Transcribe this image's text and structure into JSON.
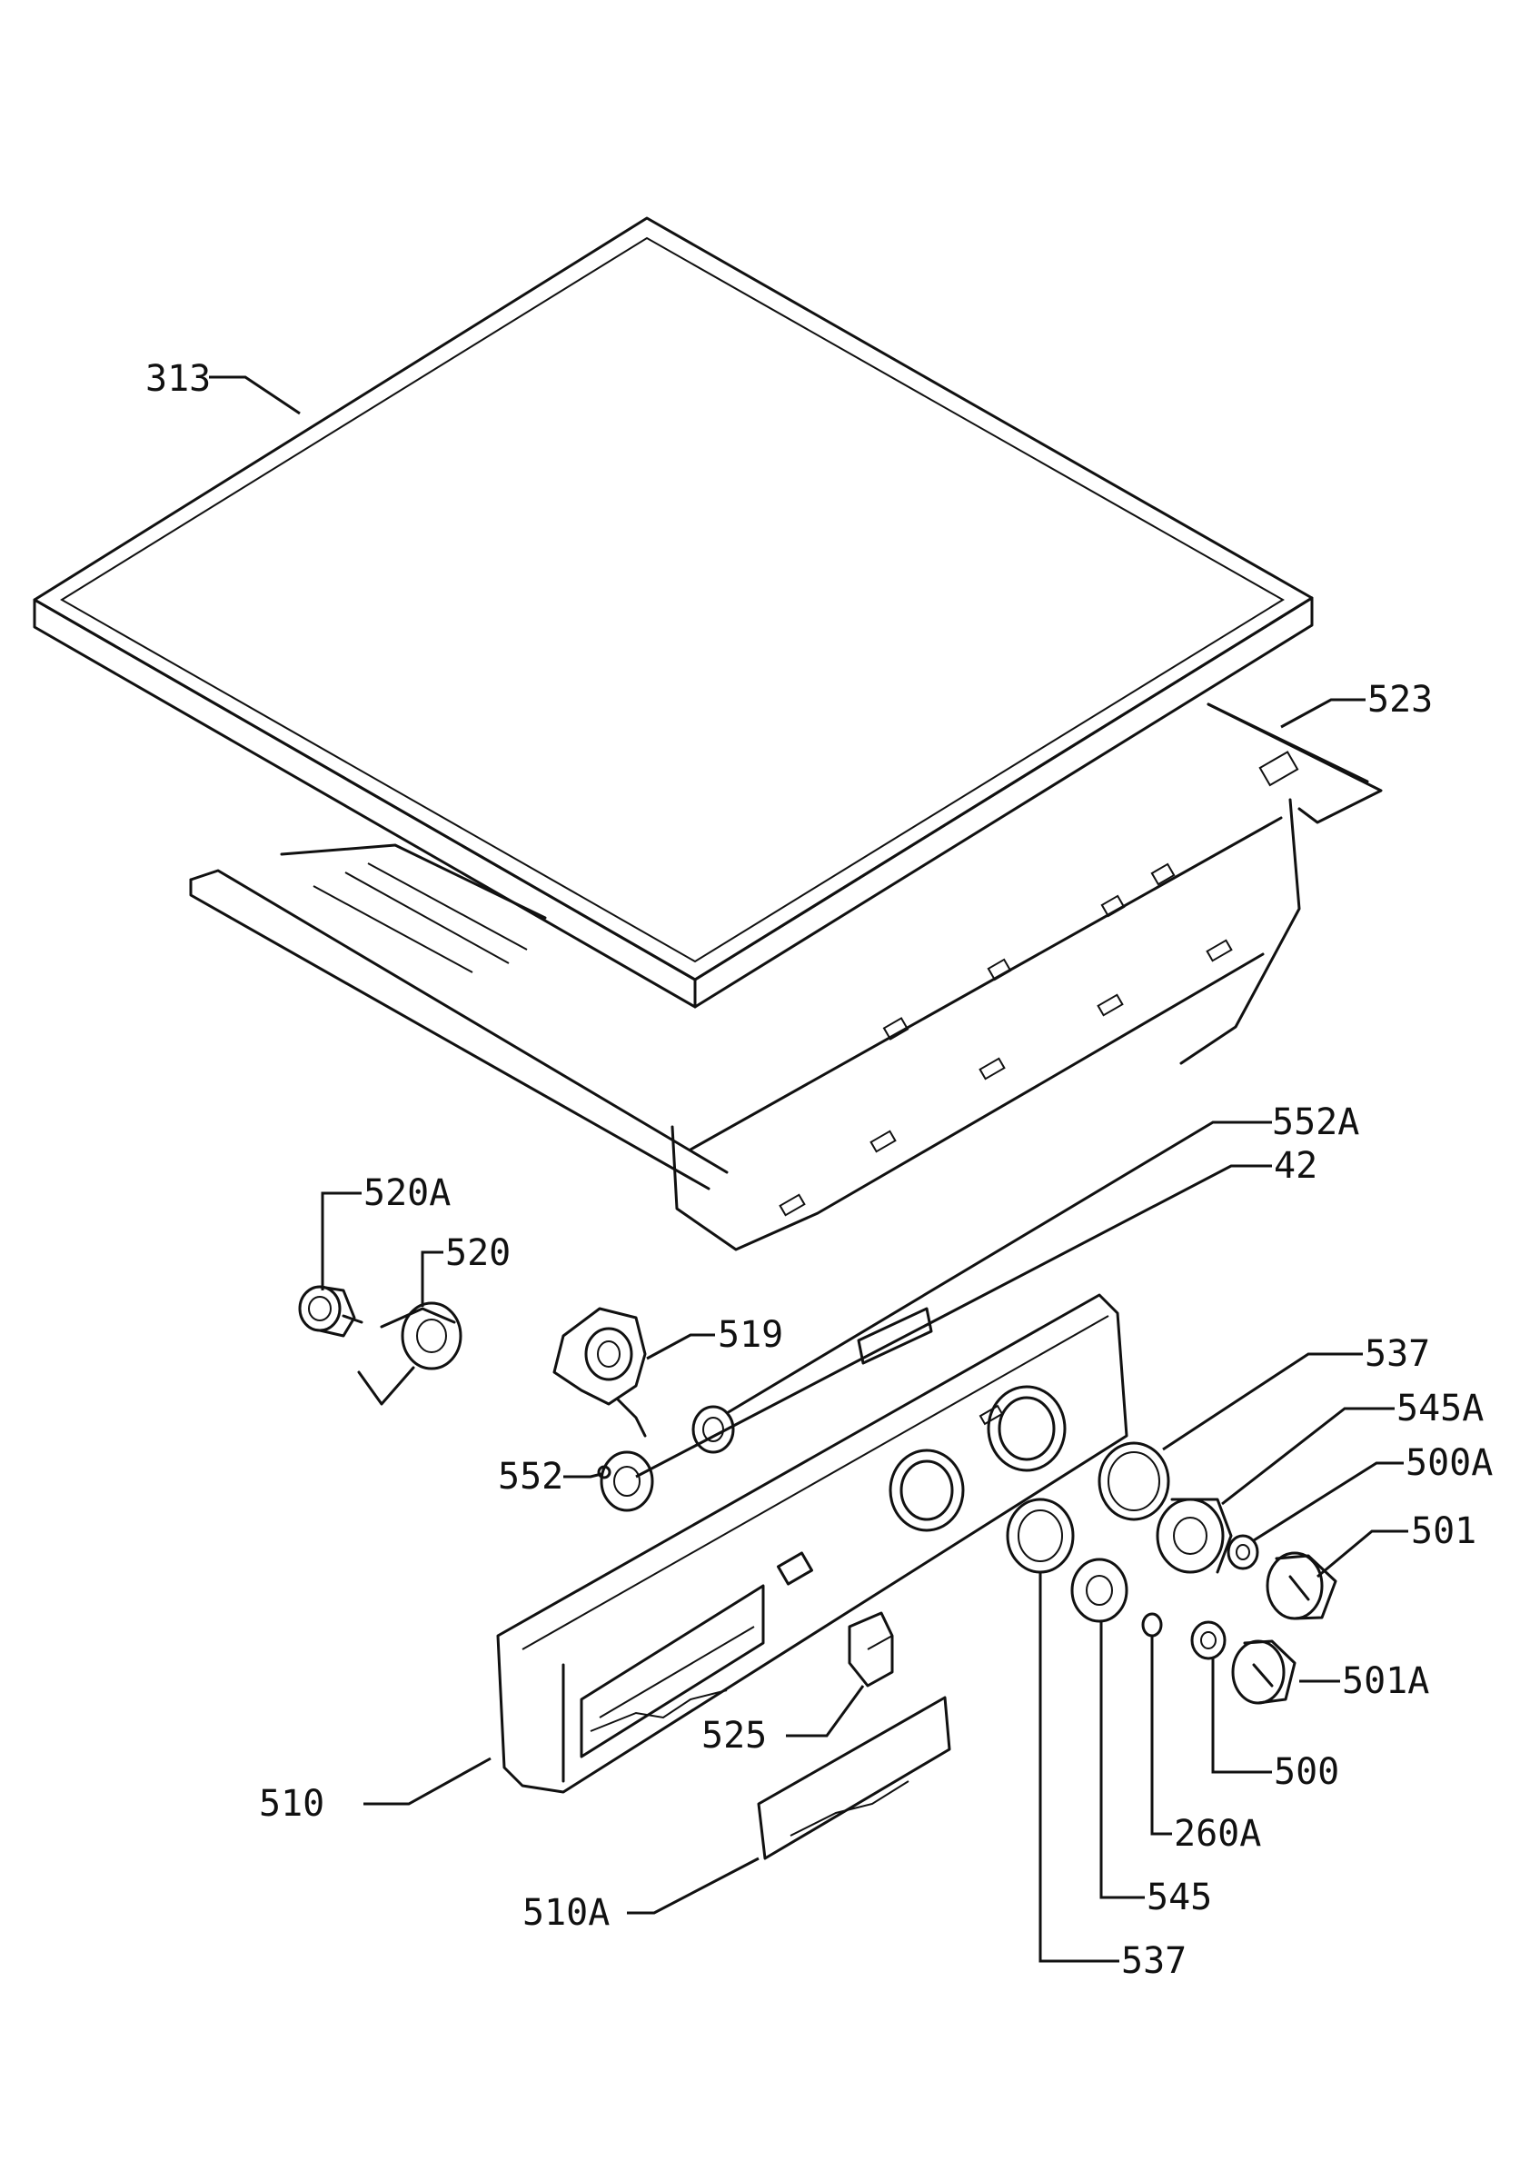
{
  "diagram": {
    "labels": {
      "l313": "313",
      "l523": "523",
      "l552A": "552A",
      "l42": "42",
      "l520A": "520A",
      "l520": "520",
      "l519": "519",
      "l537top": "537",
      "l545A": "545A",
      "l500A": "500A",
      "l501": "501",
      "l552": "552",
      "l501A": "501A",
      "l525": "525",
      "l500": "500",
      "l510": "510",
      "l260A": "260A",
      "l545": "545",
      "l510A": "510A",
      "l537bottom": "537"
    }
  }
}
